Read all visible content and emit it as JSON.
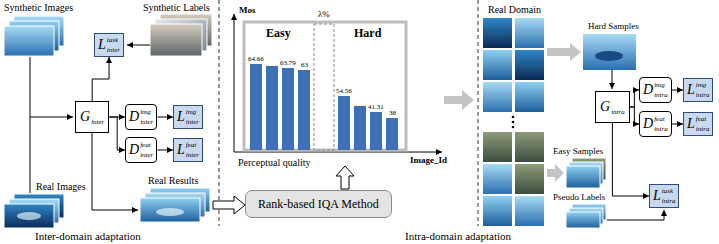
{
  "diagram": {
    "nodes": [
      {
        "text": [
          "G",
          "inter"
        ]
      },
      {
        "text": [
          "D",
          "img",
          "inter"
        ]
      },
      {
        "text": [
          "D",
          "feat",
          "inter"
        ]
      },
      {
        "text": [
          "L",
          "img",
          "inter"
        ]
      },
      {
        "text": [
          "L",
          "feat",
          "inter"
        ]
      },
      {
        "text": [
          "L",
          "task",
          "inter"
        ]
      },
      {
        "text": [
          "Rank-based IQA Method"
        ]
      },
      {
        "text": [
          "G",
          "intra"
        ]
      },
      {
        "text": [
          "D",
          "img",
          "intra"
        ]
      },
      {
        "text": [
          "D",
          "feat",
          "intra"
        ]
      },
      {
        "text": [
          "L",
          "img",
          "intra"
        ]
      },
      {
        "text": [
          "L",
          "feat",
          "intra"
        ]
      },
      {
        "text": [
          "L",
          "task",
          "intra"
        ]
      }
    ],
    "edges": [
      {
        "from": 0,
        "to": 1,
        "arrow": "to"
      },
      {
        "from": 0,
        "to": 2,
        "arrow": "to"
      },
      {
        "from": 1,
        "to": 3,
        "arrow": "to"
      },
      {
        "from": 2,
        "to": 4,
        "arrow": "to"
      },
      {
        "from": 0,
        "to": 5,
        "arrow": "to"
      },
      {
        "from": 7,
        "to": 8,
        "arrow": "to"
      },
      {
        "from": 7,
        "to": 9,
        "arrow": "to"
      },
      {
        "from": 8,
        "to": 10,
        "arrow": "to"
      },
      {
        "from": 9,
        "to": 11,
        "arrow": "to"
      },
      {
        "from": 7,
        "to": 12,
        "arrow": "to"
      }
    ],
    "labels": [
      "Synthetic Images",
      "Synthetic Labels",
      "Real  Images",
      "Real  Results",
      "Inter-domain adaptation",
      "Mos",
      "Easy",
      "λ%",
      "Hard",
      "64.66",
      "63.79",
      "63",
      "54.56",
      "41.31",
      "38",
      "Perceptual quality",
      "Image_Id",
      "Real Domain",
      "Hard Samples",
      "Easy Samples",
      "Pseudo Labels",
      "Intra-domain adaptation"
    ]
  }
}
